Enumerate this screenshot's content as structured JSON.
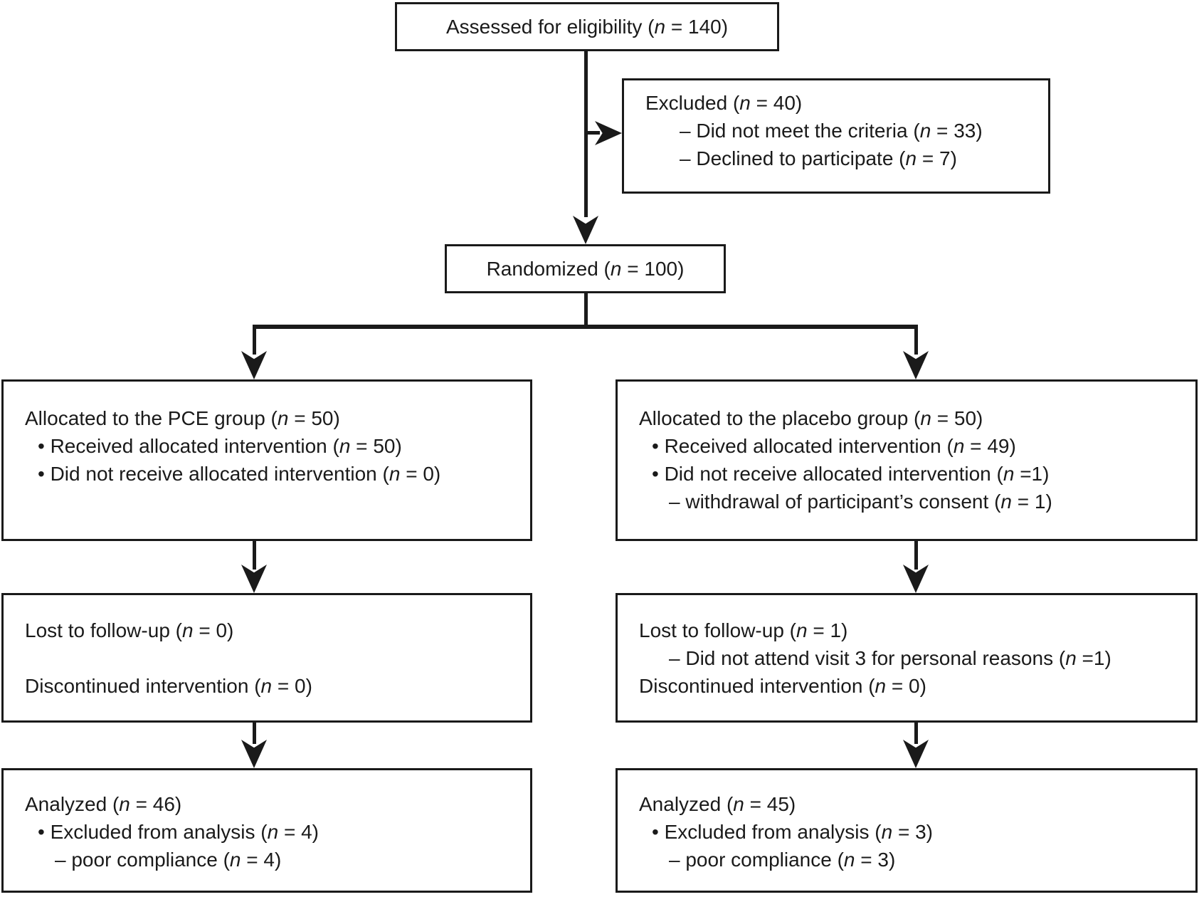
{
  "page": {
    "background_color": "#ffffff",
    "ink_color": "#1a1a1a",
    "type": "consort-flow-diagram"
  },
  "flow": {
    "assessed": {
      "text": "Assessed for eligibility (n = 140)"
    },
    "excluded": {
      "title": "Excluded (n = 40)",
      "items": [
        "– Did not meet the criteria (n = 33)",
        "– Declined to participate (n = 7)"
      ]
    },
    "randomized": {
      "text": "Randomized (n = 100)"
    },
    "allocation_left": {
      "title": "Allocated to the PCE group (n = 50)",
      "items": [
        "• Received allocated intervention (n = 50)",
        "• Did not receive allocated intervention (n = 0)"
      ]
    },
    "allocation_right": {
      "title": "Allocated to the placebo group (n = 50)",
      "items": [
        "• Received allocated intervention (n = 49)",
        "• Did not receive allocated intervention (n =1)",
        "– withdrawal of participant’s consent (n = 1)"
      ]
    },
    "followup_left": {
      "line1": "Lost to follow-up (n = 0)",
      "line2": "",
      "line3": "Discontinued intervention (n = 0)"
    },
    "followup_right": {
      "line1": "Lost to follow-up (n = 1)",
      "line2": "– Did not attend visit 3 for personal reasons (n =1)",
      "line3": "Discontinued intervention (n = 0)"
    },
    "analysis_left": {
      "title": "Analyzed (n = 46)",
      "items": [
        "• Excluded from analysis (n = 4)",
        "– poor compliance (n = 4)"
      ]
    },
    "analysis_right": {
      "title": "Analyzed (n = 45)",
      "items": [
        "• Excluded from analysis (n = 3)",
        "– poor compliance (n = 3)"
      ]
    }
  }
}
